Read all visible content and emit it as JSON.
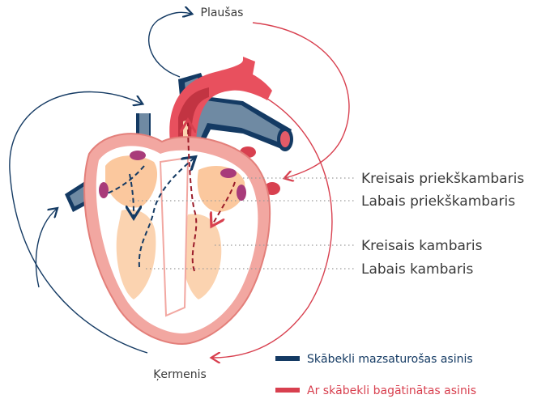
{
  "top_label": "Plaušas",
  "bottom_label": "Ķermenis",
  "labels": {
    "left_atrium": "Kreisais priekškambaris",
    "right_atrium": "Labais priekškambaris",
    "left_ventricle": "Kreisais kambaris",
    "right_ventricle": "Labais kambaris"
  },
  "legend": [
    {
      "text": "Skābekli mazsaturošas asinis",
      "color": "#143a63"
    },
    {
      "text": "Ar skābekli bagātinātas asinis",
      "color": "#d8404f"
    }
  ],
  "colors": {
    "deoxygenated": "#143a63",
    "oxygenated": "#d8404f",
    "pericardium": "#f2a7a1",
    "chamber_fill": "#fbd3b0",
    "dotted_line": "#9a9a9a"
  }
}
